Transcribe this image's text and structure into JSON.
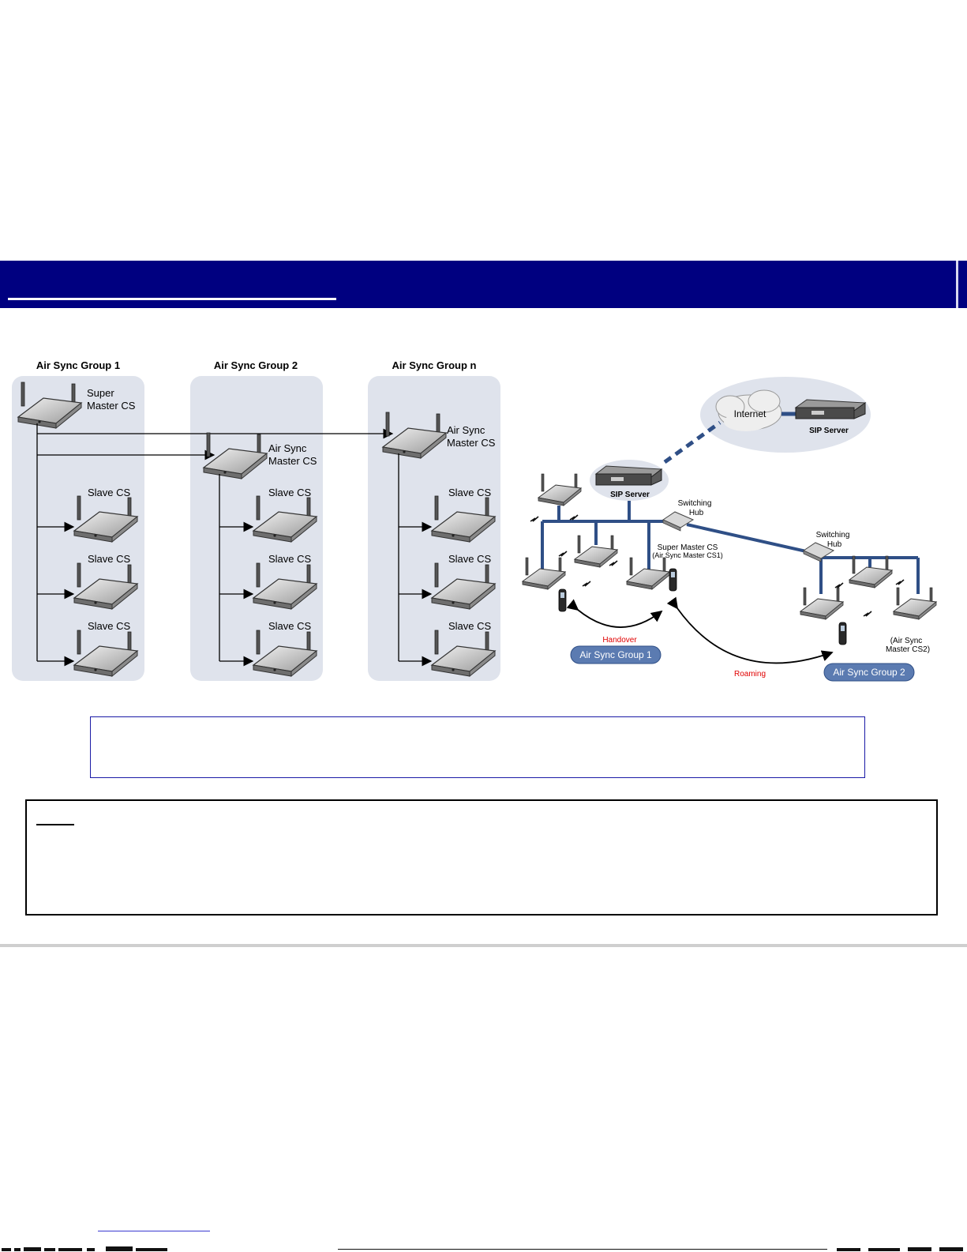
{
  "colors": {
    "banner": "#000080",
    "group_panel": "#dfe3ec",
    "network_line": "#2f4f86",
    "red_label": "#e00000",
    "pill": "#5b7bb1"
  },
  "left_diagram": {
    "groups": [
      {
        "title": "Air Sync Group 1",
        "master_label": [
          "Super",
          "Master CS"
        ],
        "slave_labels": [
          "Slave CS",
          "Slave CS",
          "Slave CS"
        ]
      },
      {
        "title": "Air Sync Group 2",
        "master_label": [
          "Air Sync",
          "Master CS"
        ],
        "slave_labels": [
          "Slave CS",
          "Slave CS",
          "Slave CS"
        ]
      },
      {
        "title": "Air Sync Group n",
        "master_label": [
          "Air Sync",
          "Master CS"
        ],
        "slave_labels": [
          "Slave CS",
          "Slave CS",
          "Slave CS"
        ]
      }
    ]
  },
  "right_diagram": {
    "cloud_label": "Internet",
    "sip_server_remote": "SIP Server",
    "sip_server_local": "SIP Server",
    "hub1_label": [
      "Switching",
      "Hub"
    ],
    "hub2_label": [
      "Switching",
      "Hub"
    ],
    "super_master_label": [
      "Super Master CS",
      "(Air Sync Master CS1)"
    ],
    "master2_label": [
      "(Air Sync",
      "Master CS2)"
    ],
    "handover_label": "Handover",
    "roaming_label": "Roaming",
    "group1_pill": "Air Sync Group 1",
    "group2_pill": "Air Sync Group 2"
  }
}
